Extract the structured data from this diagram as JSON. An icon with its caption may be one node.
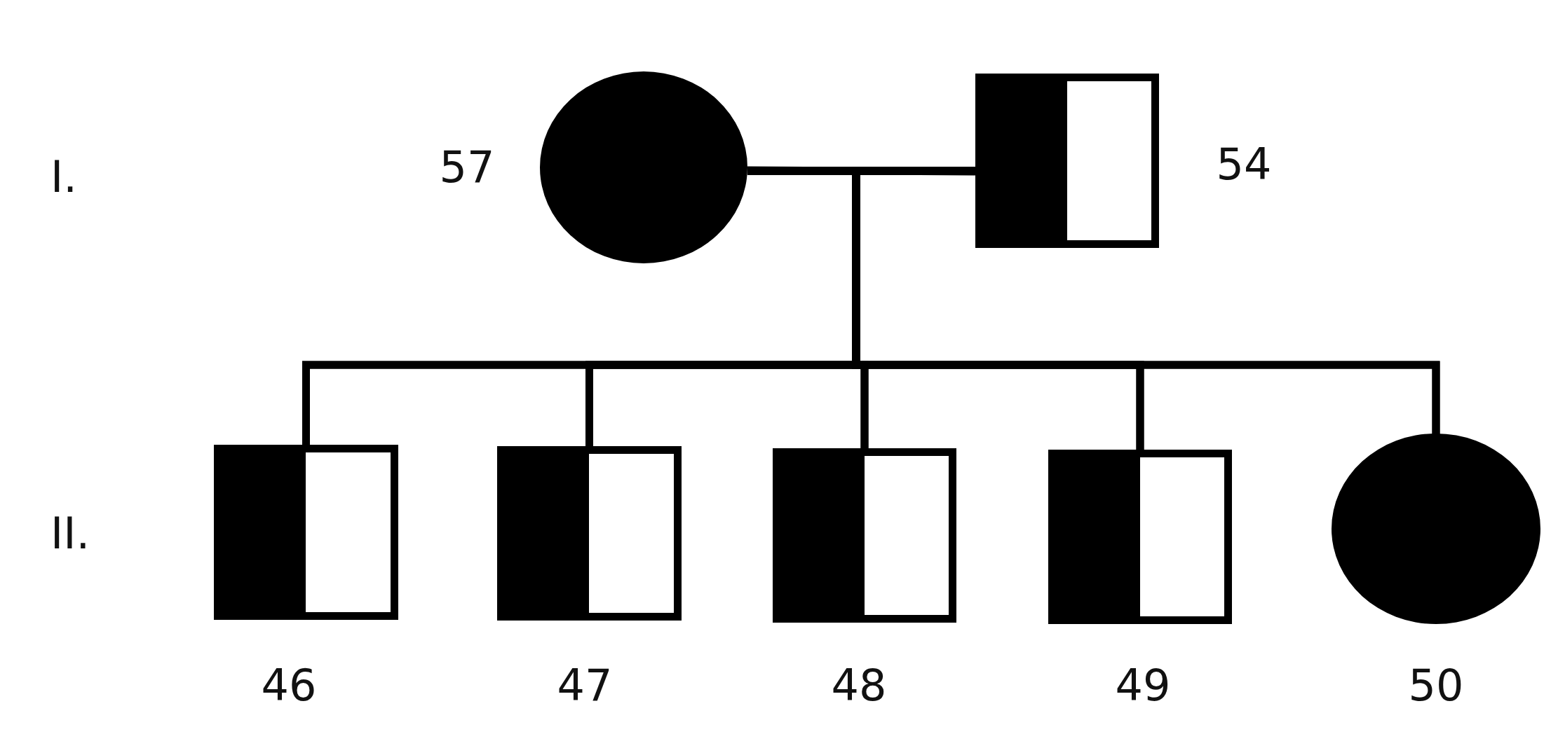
{
  "diagram": {
    "nodes": [
      {
        "text": [],
        "shape": "circle",
        "beside": [
          "57"
        ]
      },
      {
        "text": [],
        "shape": "box",
        "beside": [
          "54"
        ]
      },
      {
        "text": [],
        "shape": "box",
        "beside": [
          "46"
        ]
      },
      {
        "text": [],
        "shape": "box",
        "beside": [
          "47"
        ]
      },
      {
        "text": [],
        "shape": "box",
        "beside": [
          "48"
        ]
      },
      {
        "text": [],
        "shape": "box",
        "beside": [
          "49"
        ]
      },
      {
        "text": [],
        "shape": "circle",
        "beside": [
          "50"
        ]
      }
    ],
    "edges": [
      {
        "from": 0,
        "to": 1,
        "arrow": "none"
      },
      {
        "from": 0,
        "to": 2,
        "arrow": "none"
      },
      {
        "from": 0,
        "to": 3,
        "arrow": "none"
      },
      {
        "from": 0,
        "to": 4,
        "arrow": "none"
      },
      {
        "from": 0,
        "to": 5,
        "arrow": "none"
      },
      {
        "from": 0,
        "to": 6,
        "arrow": "none"
      },
      {
        "from": 1,
        "to": 2,
        "arrow": "none"
      },
      {
        "from": 1,
        "to": 3,
        "arrow": "none"
      },
      {
        "from": 1,
        "to": 4,
        "arrow": "none"
      },
      {
        "from": 1,
        "to": 5,
        "arrow": "none"
      },
      {
        "from": 1,
        "to": 6,
        "arrow": "none"
      }
    ],
    "labels": [
      "I.",
      "II."
    ]
  }
}
